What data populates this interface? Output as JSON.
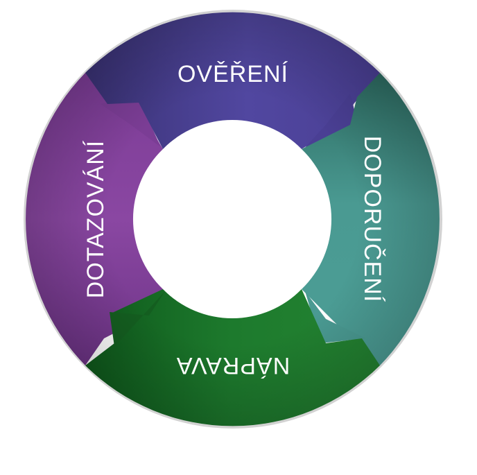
{
  "cycle": {
    "segments": [
      {
        "label": "OVĚŘENÍ",
        "color": "#4f4396",
        "dark": "#3b3278"
      },
      {
        "label": "DOPORUČENÍ",
        "color": "#4a9a92",
        "dark": "#2e6e66"
      },
      {
        "label": "NÁPRAVA",
        "color": "#1e7a2e",
        "dark": "#115a1d"
      },
      {
        "label": "DOTAZOVÁNÍ",
        "color": "#8a47a2",
        "dark": "#6a3282"
      }
    ],
    "background": "#ffffff"
  }
}
